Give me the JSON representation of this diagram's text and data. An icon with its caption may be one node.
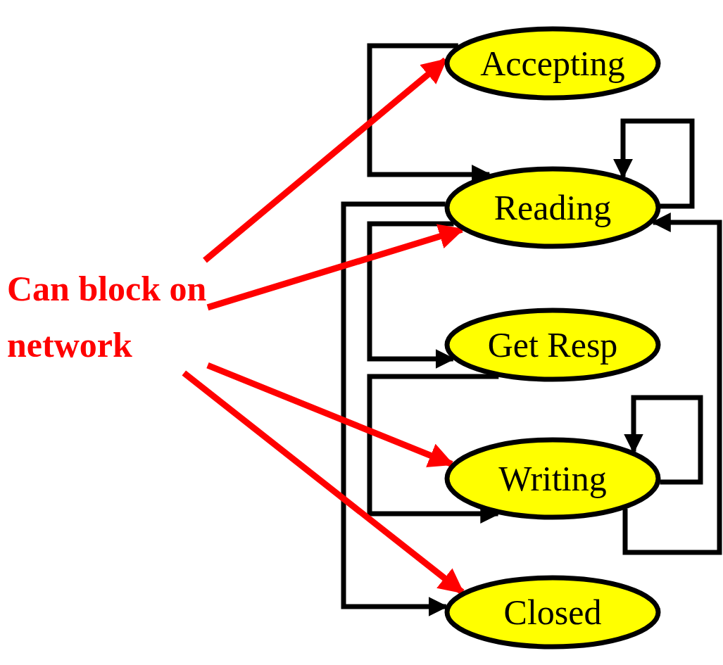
{
  "diagram": {
    "nodes": [
      {
        "text": [
          "Accepting"
        ]
      },
      {
        "text": [
          "Reading"
        ]
      },
      {
        "text": [
          "Get Resp"
        ]
      },
      {
        "text": [
          "Writing"
        ]
      },
      {
        "text": [
          "Closed"
        ]
      },
      {
        "text": [
          "Can block on network"
        ]
      }
    ],
    "edges": [
      {
        "from": 0,
        "to": 1,
        "arrow": "to"
      },
      {
        "from": 1,
        "to": 1,
        "arrow": "to"
      },
      {
        "from": 1,
        "to": 2,
        "arrow": "to"
      },
      {
        "from": 1,
        "to": 4,
        "arrow": "to"
      },
      {
        "from": 2,
        "to": 3,
        "arrow": "to"
      },
      {
        "from": 3,
        "to": 3,
        "arrow": "to"
      },
      {
        "from": 3,
        "to": 1,
        "arrow": "to"
      },
      {
        "from": 5,
        "to": 0,
        "arrow": "to",
        "color": "#ff0000"
      },
      {
        "from": 5,
        "to": 1,
        "arrow": "to",
        "color": "#ff0000"
      },
      {
        "from": 5,
        "to": 3,
        "arrow": "to",
        "color": "#ff0000"
      },
      {
        "from": 5,
        "to": 4,
        "arrow": "to",
        "color": "#ff0000"
      }
    ]
  }
}
